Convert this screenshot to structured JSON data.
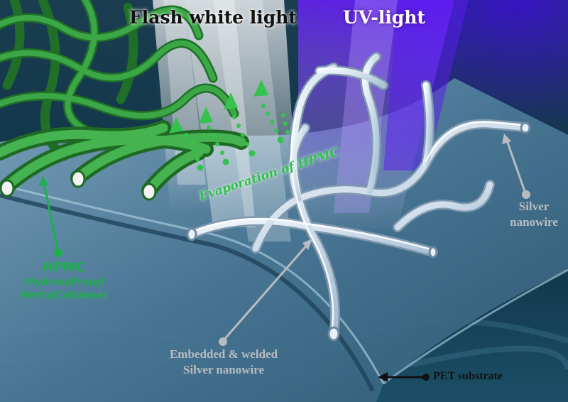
{
  "labels": {
    "flash_white_light": "Flash white light",
    "uv_light": "UV-light",
    "evaporation": "Evaporation of HPMC",
    "silver_nanowire_line1": "Silver",
    "silver_nanowire_line2": "nanowire",
    "hpmc_title": "HPMC",
    "hpmc_line2": "(HydroxyPropyl",
    "hpmc_line3": "MethylCellulose)",
    "embedded_line1": "Embedded & welded",
    "embedded_line2": "Silver nanowire",
    "pet_substrate": "PET substrate"
  },
  "colors": {
    "hpmc_green": "#2fa83e",
    "label_green": "#1db04a",
    "silver": "#d7e6f2",
    "substrate": "#3f7290",
    "uv_purple": "#7a2cff"
  }
}
